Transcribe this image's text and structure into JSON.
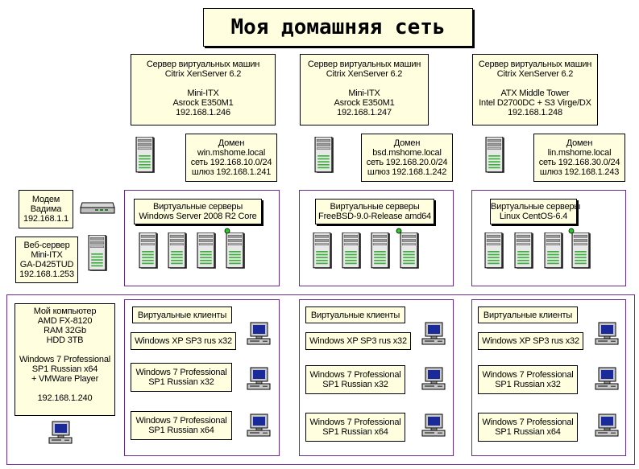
{
  "title": "Моя домашняя сеть",
  "servers": [
    {
      "header": [
        "Сервер виртуальных машин",
        "Citrix XenServer 6.2",
        "",
        "Mini-ITX",
        "Asrock E350M1",
        "192.168.1.246"
      ],
      "domain": [
        "Домен",
        "win.mshome.local",
        "сеть 192.168.10.0/24",
        "шлюз 192.168.1.241"
      ],
      "virtual_servers": [
        "Виртуальные серверы",
        "Windows Server 2008 R2 Core"
      ]
    },
    {
      "header": [
        "Сервер виртуальных машин",
        "Citrix XenServer 6.2",
        "",
        "Mini-ITX",
        "Asrock E350M1",
        "192.168.1.247"
      ],
      "domain": [
        "Домен",
        "bsd.mshome.local",
        "сеть 192.168.20.0/24",
        "шлюз 192.168.1.242"
      ],
      "virtual_servers": [
        "Виртуальные серверы",
        "FreeBSD-9.0-Release amd64"
      ]
    },
    {
      "header": [
        "Сервер виртуальных машин",
        "Citrix XenServer 6.2",
        "",
        "ATX Middle Tower",
        "Intel D2700DC + S3 Virge/DX",
        "192.168.1.248"
      ],
      "domain": [
        "Домен",
        "lin.mshome.local",
        "сеть 192.168.30.0/24",
        "шлюз 192.168.1.243"
      ],
      "virtual_servers": [
        "Виртуальные серверы",
        "Linux CentOS-6.4"
      ]
    }
  ],
  "modem": [
    "Модем",
    "Вадима",
    "192.168.1.1"
  ],
  "web_server": [
    "Веб-сервер",
    "Mini-ITX",
    "GA-D425TUD",
    "192.168.1.253"
  ],
  "my_computer": [
    "Мой компьютер",
    "AMD FX-8120",
    "RAM 32Gb",
    "HDD 3TB",
    "",
    "Windows 7 Professional",
    "SP1 Russian x64",
    "+ VMWare Player",
    "",
    "192.168.1.240"
  ],
  "clients": [
    {
      "heading": "Виртуальные клиенты",
      "items": [
        [
          "Windows XP SP3 rus x32"
        ],
        [
          "Windows 7 Professional",
          "SP1 Russian x32"
        ],
        [
          "Windows 7 Professional",
          "SP1 Russian x64"
        ]
      ]
    },
    {
      "heading": "Виртуальные клиенты",
      "items": [
        [
          "Windows XP SP3 rus x32"
        ],
        [
          "Windows 7 Professional",
          "SP1 Russian x32"
        ],
        [
          "Windows 7 Professional",
          "SP1 Russian x64"
        ]
      ]
    },
    {
      "heading": "Виртуальные клиенты",
      "items": [
        [
          "Windows XP SP3 rus x32"
        ],
        [
          "Windows 7 Professional",
          "SP1 Russian x32"
        ],
        [
          "Windows 7 Professional",
          "SP1 Russian x64"
        ]
      ]
    }
  ],
  "colors": {
    "note_fill": "#ffffe0",
    "group_border": "#6a2c8f",
    "status_led": "#22cc22"
  }
}
